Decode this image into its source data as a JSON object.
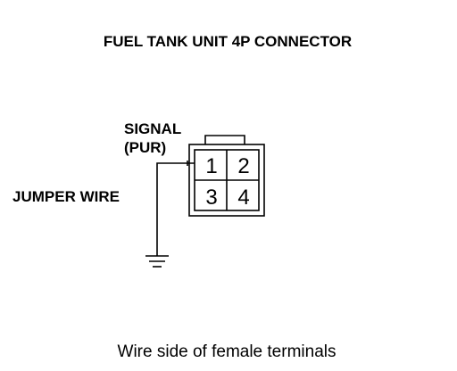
{
  "title": "FUEL TANK UNIT 4P CONNECTOR",
  "signal_label": {
    "line1": "SIGNAL",
    "line2": "(PUR)"
  },
  "jumper_label": "JUMPER WIRE",
  "connector": {
    "pins": [
      "1",
      "2",
      "3",
      "4"
    ]
  },
  "caption": "Wire side of female terminals",
  "colors": {
    "ink": "#000000",
    "background": "#ffffff"
  },
  "icons": {
    "ground": "ground-symbol-icon"
  }
}
